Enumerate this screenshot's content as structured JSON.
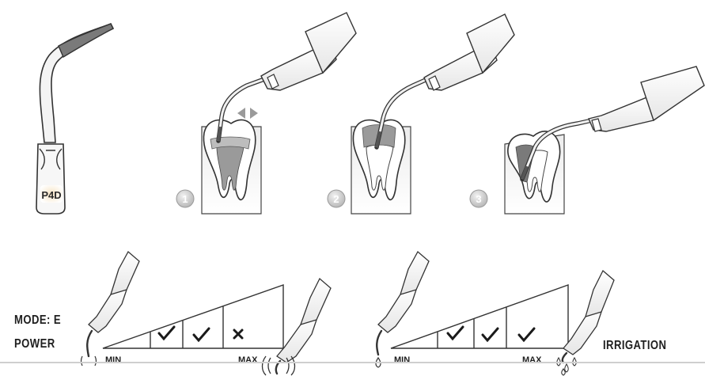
{
  "tip": {
    "model": "P4D"
  },
  "steps": [
    {
      "number": "1"
    },
    {
      "number": "2"
    },
    {
      "number": "3"
    }
  ],
  "mode": {
    "label": "MODE: E"
  },
  "power": {
    "label": "POWER",
    "min_label": "MIN",
    "max_label": "MAX",
    "levels": [
      "check",
      "check",
      "cross"
    ]
  },
  "irrigation": {
    "label": "IRRIGATION",
    "min_label": "MIN",
    "max_label": "MAX",
    "levels": [
      "check",
      "check",
      "check"
    ]
  },
  "colors": {
    "tip_metal": "#f4f4f4",
    "tip_coating": "#7a7a7a",
    "badge_fill": "#f3dcb8",
    "step_badge": "#bdbdbd",
    "pulp": "#9a9a9a"
  }
}
